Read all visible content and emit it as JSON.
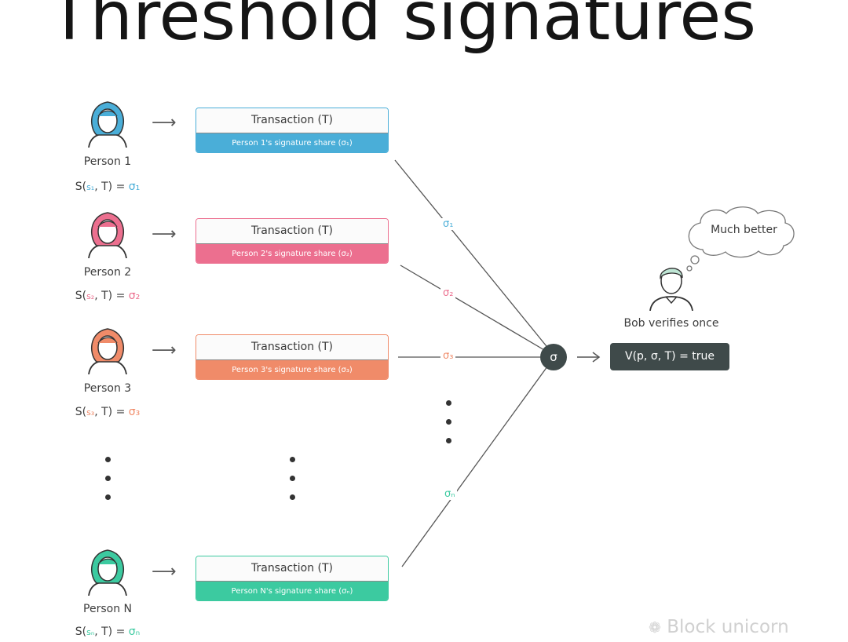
{
  "title": "Threshold signatures",
  "colors": {
    "person1": "#4aaed8",
    "person2": "#ec6f8f",
    "person3": "#f08b69",
    "personN": "#3ccaa0",
    "dark": "#3f4a4a"
  },
  "rows": [
    {
      "person_label": "Person 1",
      "formula_prefix": "S(",
      "formula_s": "s₁",
      "formula_mid": ", T) = ",
      "formula_sigma": "σ₁",
      "transaction": "Transaction (T)",
      "share": "Person 1's signature share (σ₁)",
      "sig_label": "σ₁"
    },
    {
      "person_label": "Person 2",
      "formula_prefix": "S(",
      "formula_s": "s₂",
      "formula_mid": ", T) = ",
      "formula_sigma": "σ₂",
      "transaction": "Transaction (T)",
      "share": "Person 2's signature share (σ₂)",
      "sig_label": "σ₂"
    },
    {
      "person_label": "Person 3",
      "formula_prefix": "S(",
      "formula_s": "s₃",
      "formula_mid": ", T) = ",
      "formula_sigma": "σ₃",
      "transaction": "Transaction (T)",
      "share": "Person 3's signature share (σ₃)",
      "sig_label": "σ₃"
    },
    {
      "person_label": "Person N",
      "formula_prefix": "S(",
      "formula_s": "sₙ",
      "formula_mid": ", T) = ",
      "formula_sigma": "σₙ",
      "transaction": "Transaction (T)",
      "share": "Person N's signature share (σₙ)",
      "sig_label": "σₙ"
    }
  ],
  "aggregate": "σ",
  "bob_label": "Bob verifies once",
  "verify": "V(p, σ, T) = true",
  "thought": "Much better",
  "watermark": "Block unicorn"
}
